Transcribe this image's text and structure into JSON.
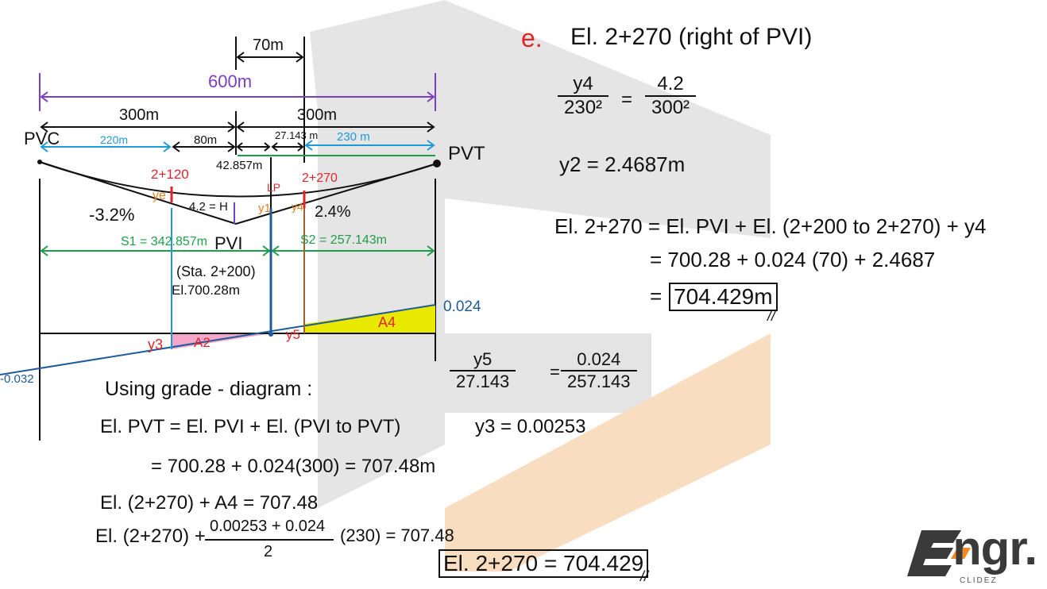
{
  "diagram": {
    "dims": {
      "d70": "70m",
      "d600": "600m",
      "d300_left": "300m",
      "d300_right": "300m",
      "d220": "220m",
      "d80": "80m",
      "d27143": "27.143 m",
      "d230": "230 m",
      "d42857": "42.857m"
    },
    "points": {
      "pvc": "PVC",
      "pvt": "PVT",
      "pvi": "PVI",
      "sta": "(Sta. 2+200)",
      "el": "El.700.28m",
      "lp": "LP",
      "sta2120": "2+120",
      "sta2270": "2+270"
    },
    "labels": {
      "g1": "-3.2%",
      "g2": "2.4%",
      "h": "4.2 = H",
      "ye": "ye",
      "y1": "y1",
      "y4": "y4",
      "s1": "S1 = 342.857m",
      "s2": "S2 = 257.143m",
      "g_pos": "0.024",
      "g_neg": "-0.032",
      "y3": "y3",
      "y5": "y5",
      "a2": "A2",
      "a4": "A4"
    },
    "colors": {
      "purple": "#7b3fbf",
      "blue": "#1e9bd7",
      "green": "#1f9e4a",
      "red": "#e0262b",
      "orange": "#e87d1e",
      "navy": "#1d5c99",
      "yellow": "#e8e800",
      "pink": "#f4a7c8",
      "brown": "#a0612a"
    }
  },
  "part_e": {
    "letter": "e.",
    "title": "El. 2+270 (right of PVI)",
    "eq1": {
      "n1": "y4",
      "d1": "230²",
      "eq": "=",
      "n2": "4.2",
      "d2": "300²"
    },
    "eq2": "y2 = 2.4687m",
    "eq3a": "El. 2+270 = El. PVI + El. (2+200 to 2+270) + y4",
    "eq3b": "= 700.28 + 0.024 (70) + 2.4687",
    "eq3c_eq": "=",
    "eq3c": "704.429m",
    "mark1": "//"
  },
  "y5_calc": {
    "n1": "y5",
    "d1": "27.143",
    "eq": "=",
    "n2": "0.024",
    "d2": "257.143",
    "result": "y3 = 0.00253"
  },
  "grade_diagram": {
    "l1": "Using grade - diagram :",
    "l2": "El. PVT = El. PVI + El. (PVI to PVT)",
    "l3": "= 700.28 + 0.024(300) = 707.48m",
    "l4": "El. (2+270) + A4 = 707.48",
    "l5a": "El. (2+270) +",
    "l5n": "0.00253 + 0.024",
    "l5d": "2",
    "l5b": "(230) = 707.48",
    "final": "El. 2+270 = 704.429",
    "mark": "//"
  },
  "logo": {
    "brand": "Engr.",
    "sub": "CLIDEZ"
  }
}
